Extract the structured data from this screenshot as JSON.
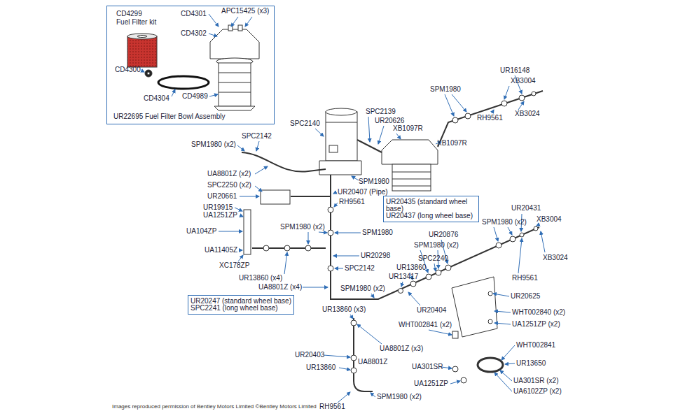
{
  "diagram": {
    "caption": "Images reproduced permission of Bentley Motors Limited ©Bentley Motors Limited",
    "nodes": [
      {
        "text": [
          "UR22695 Fuel Filter Bowl Assembly"
        ]
      },
      {
        "text": [
          "UR20435 (standard wheel base)",
          "UR20437 (long wheel base)"
        ]
      },
      {
        "text": [
          "UR20247 (standard wheel base)",
          "SPC2241 (long wheel base)"
        ]
      }
    ],
    "labels": [
      "CD4299 Fuel Filter kit",
      "CD4301",
      "APC15425 (x3)",
      "CD4302",
      "CD4300",
      "CD4304",
      "CD4989",
      "UR16148",
      "SPM1980",
      "XB3004",
      "XB3024",
      "RH9561",
      "XB1097R",
      "XB1097R",
      "SPC2139",
      "UR20626",
      "SPC2140",
      "SPC2142",
      "SPM1980 (x2)",
      "UA8801Z (x2)",
      "SPC2250 (x2)",
      "UR20407 (Pipe)",
      "SPM1980",
      "UR20661",
      "RH9561",
      "UR19915",
      "UA1251ZP",
      "UR20431",
      "XB3004",
      "SPM1980 (x2)",
      "UA104ZP",
      "SPM1980 (x2)",
      "SPM1980",
      "UR20876",
      "SPM1980 (x2)",
      "UA11405Z",
      "UR20298",
      "SPC2240",
      "XB3024",
      "XC178ZP",
      "UR13860",
      "SPC2142",
      "UR13417",
      "UR13860 (x4)",
      "RH9561",
      "UA8801Z (x4)",
      "SPM1980 (x2)",
      "UR20625",
      "UR13860 (x3)",
      "UR20404",
      "WHT002840 (x2)",
      "WHT002841 (x2)",
      "UA1251ZP (x2)",
      "WHT002841",
      "UA301SR",
      "UA8801Z (x3)",
      "UR20403",
      "UA8801Z",
      "UR13860",
      "UR13650",
      "UA301SR (x2)",
      "UA1251ZP",
      "UA6102ZP (x2)",
      "SPM1980 (x2)",
      "RH9561"
    ]
  }
}
